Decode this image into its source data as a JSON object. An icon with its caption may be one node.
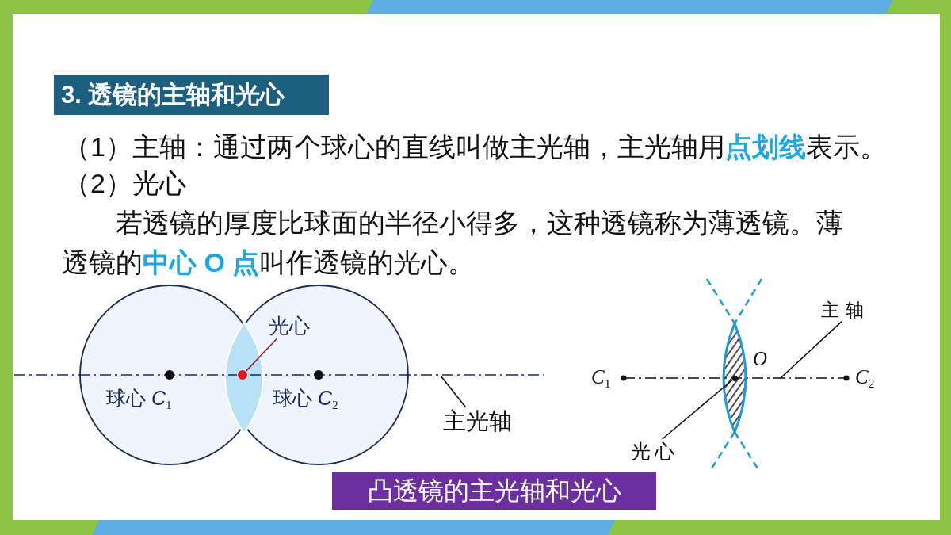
{
  "diagram": {
    "title": "3. 透镜的主轴和光心",
    "caption": "凸透镜的主光轴和光心",
    "nodes": [
      {
        "text": [
          "光心"
        ]
      },
      {
        "text": [],
        "shape": "circle"
      },
      {
        "text": [
          "主光轴"
        ]
      },
      {
        "text": [
          "主轴"
        ]
      },
      {
        "text": [],
        "shape": "circle"
      },
      {
        "text": [
          "光心"
        ]
      }
    ],
    "edges": [
      {
        "from": 0,
        "to": 1,
        "arrow": "none",
        "color": "#a11d21"
      },
      {
        "from": 2,
        "to": null,
        "arrow": "none"
      },
      {
        "from": 3,
        "to": null,
        "arrow": "none"
      },
      {
        "from": 5,
        "to": 4,
        "arrow": "none"
      }
    ],
    "labels": [
      "（1）主轴：通过两个球心的直线叫做主光轴，主光轴用**点划线**表示。",
      "（2）光心",
      "若透镜的厚度比球面的半径小得多，这种透镜称为薄透镜。薄透镜的**中心 O 点**叫作透镜的光心。",
      "球心 *C*$_{1}$",
      "球心 *C*$_{2}$",
      "*C*$_{1}$",
      "O",
      "*C*$_{2}$"
    ]
  }
}
